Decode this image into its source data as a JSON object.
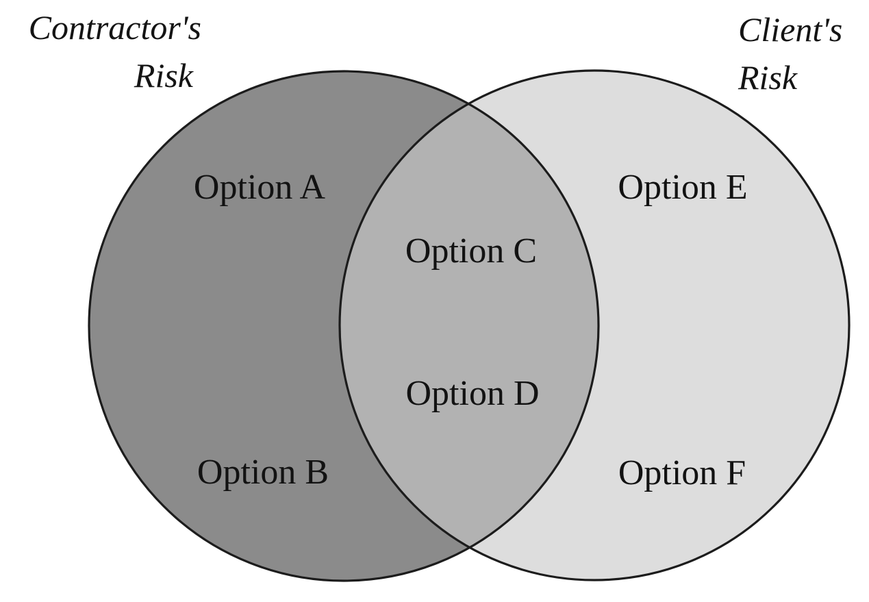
{
  "diagram": {
    "type": "venn",
    "title_left": {
      "line1": "Contractor's",
      "line2": "Risk"
    },
    "title_right": {
      "line1": "Client's",
      "line2": "Risk"
    },
    "labels": {
      "option_a": "Option A",
      "option_b": "Option B",
      "option_c": "Option C",
      "option_d": "Option D",
      "option_e": "Option E",
      "option_f": "Option F"
    },
    "regions": {
      "contractor_only": [
        "Option A",
        "Option B"
      ],
      "shared_overlap": [
        "Option C",
        "Option D"
      ],
      "client_only": [
        "Option E",
        "Option F"
      ]
    },
    "colors": {
      "contractor_circle_fill": "#8b8b8b",
      "overlap_fill": "#b2b2b2",
      "client_circle_fill": "#dddddd",
      "outline": "#1c1c1c",
      "text": "#121212",
      "background": "#ffffff"
    }
  }
}
